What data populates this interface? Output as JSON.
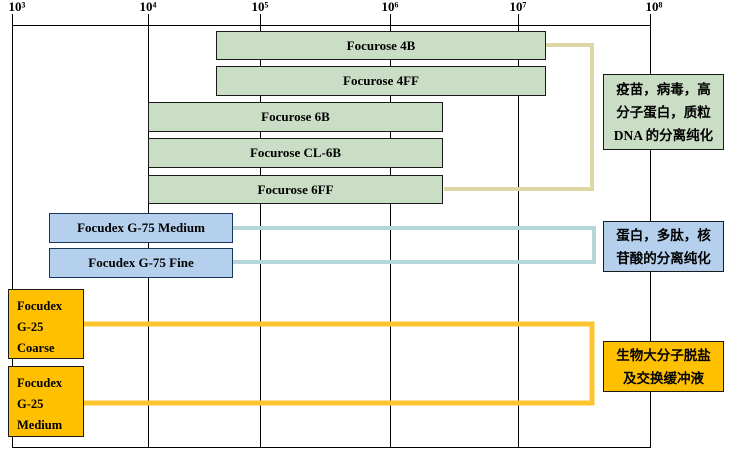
{
  "colors": {
    "axis-black": "#000000",
    "bar-green-fill": "#cadec5",
    "bar-green-border": "#1a1a1a",
    "box-blue-fill": "#b4d0ec",
    "box-blue-border": "#16365c",
    "box-yellow-fill": "#ffc000",
    "box-yellow-border": "#1a1a1a",
    "line-tan": "#dcd7a5",
    "line-blue": "#b6d7da",
    "line-yellow": "#fdc42d"
  },
  "chart_data": {
    "type": "bar",
    "subtype": "horizontal-range",
    "x_scale": "log",
    "x_range": [
      1000,
      100000000
    ],
    "x_tick_labels": [
      "10³",
      "10⁴",
      "10⁵",
      "10⁶",
      "10⁷",
      "10⁸"
    ],
    "grid": true,
    "series": [
      {
        "name": "Focurose 4B",
        "group": "agarose",
        "range_mw": [
          50000,
          15000000
        ]
      },
      {
        "name": "Focurose 4FF",
        "group": "agarose",
        "range_mw": [
          50000,
          15000000
        ]
      },
      {
        "name": "Focurose 6B",
        "group": "agarose",
        "range_mw": [
          10000,
          2500000
        ]
      },
      {
        "name": "Focurose CL-6B",
        "group": "agarose",
        "range_mw": [
          10000,
          2500000
        ]
      },
      {
        "name": "Focurose 6FF",
        "group": "agarose",
        "range_mw": [
          10000,
          2500000
        ]
      },
      {
        "name": "Focudex G-75 Medium",
        "group": "g75",
        "range_mw": [
          2000,
          60000
        ]
      },
      {
        "name": "Focudex G-75 Fine",
        "group": "g75",
        "range_mw": [
          2000,
          60000
        ]
      },
      {
        "name": "Focudex G-25 Coarse",
        "group": "g25",
        "range_mw": [
          1000,
          3000
        ]
      },
      {
        "name": "Focudex G-25 Medium",
        "group": "g25",
        "range_mw": [
          1000,
          3000
        ]
      }
    ],
    "annotations": [
      {
        "group": "agarose",
        "text": "疫苗，病毒，高分子蛋白，质粒DNA 的分离纯化"
      },
      {
        "group": "g75",
        "text": "蛋白，多肽，核苷酸的分离纯化"
      },
      {
        "group": "g25",
        "text": "生物大分子脱盐及交换缓冲液"
      }
    ]
  },
  "display": {
    "g25_box_lines": [
      [
        "Focudex",
        "G-25",
        "Coarse"
      ],
      [
        "Focudex",
        "G-25",
        "Medium"
      ]
    ],
    "annotation_agarose": "疫苗，病毒，高\n分子蛋白，质粒\nDNA 的分离纯化",
    "annotation_g75": "蛋白，多肽，核\n苷酸的分离纯化",
    "annotation_g25": "生物大分子脱盐\n及交换缓冲液"
  }
}
